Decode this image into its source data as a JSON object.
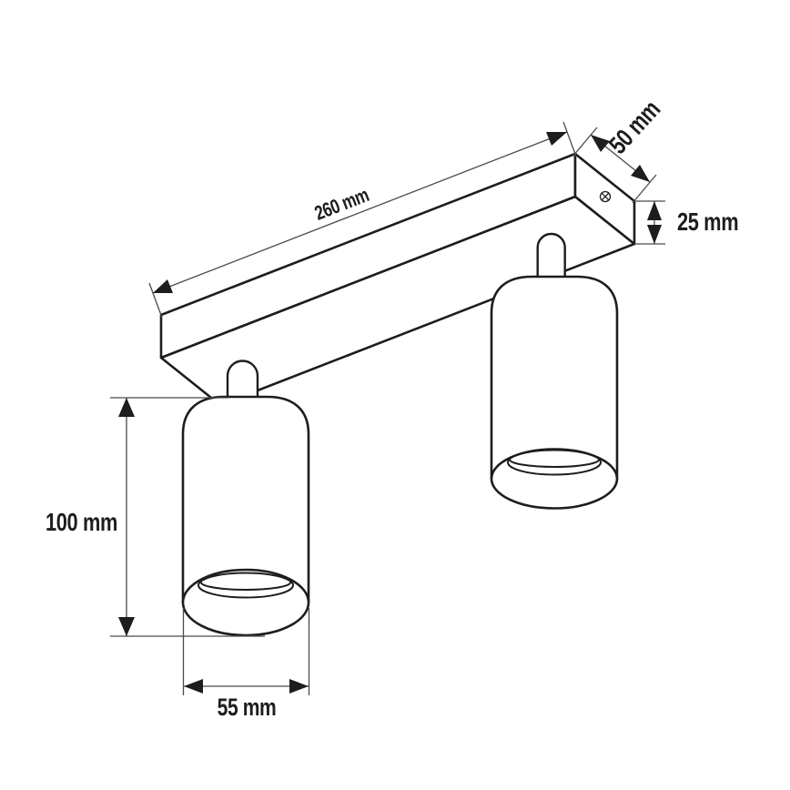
{
  "drawing": {
    "title": "Two-head ceiling spotlight fixture dimension drawing",
    "background_color": "#ffffff",
    "line_color": "#1d1d1b",
    "dimension_line_color": "#4a4a4a",
    "parts": {
      "bar": "rectangular ceiling mounting bar",
      "spotlight_front": "cylindrical spotlight head (front left)",
      "spotlight_back": "cylindrical spotlight head (back right)",
      "screw": "phillips-screw on bar end face"
    }
  },
  "dimensions": {
    "bar_length": {
      "label": "260 mm",
      "value": 260,
      "unit": "mm"
    },
    "bar_depth": {
      "label": "50 mm",
      "value": 50,
      "unit": "mm"
    },
    "bar_height": {
      "label": "25 mm",
      "value": 25,
      "unit": "mm"
    },
    "spot_height": {
      "label": "100 mm",
      "value": 100,
      "unit": "mm"
    },
    "spot_diameter": {
      "label": "55 mm",
      "value": 55,
      "unit": "mm"
    }
  }
}
